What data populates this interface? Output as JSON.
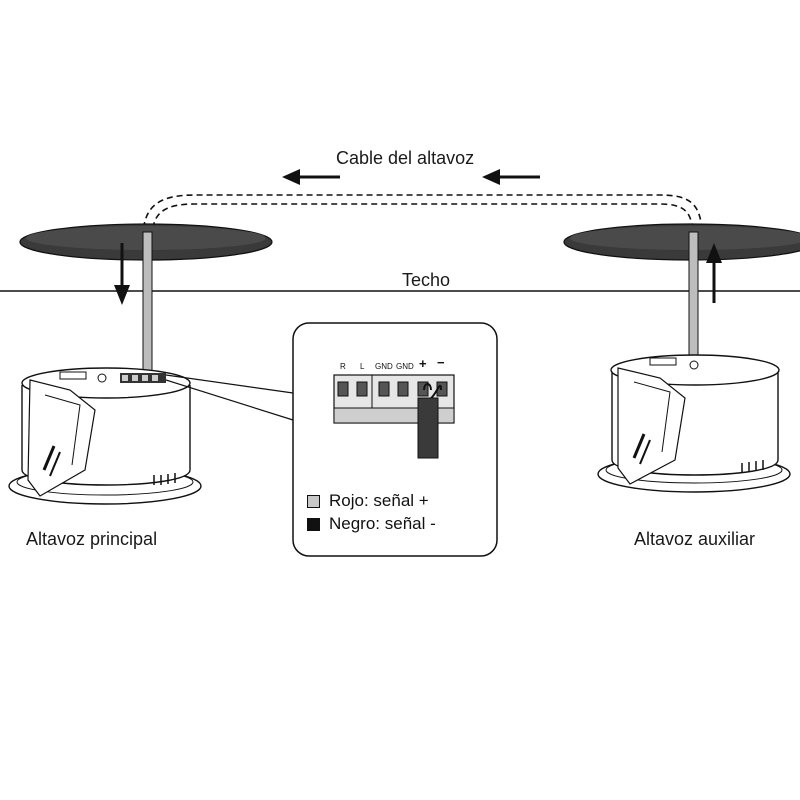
{
  "labels": {
    "cable": "Cable del altavoz",
    "ceiling": "Techo",
    "main_speaker": "Altavoz principal",
    "aux_speaker": "Altavoz auxiliar"
  },
  "terminals": {
    "pins": [
      "R",
      "L",
      "GND",
      "GND",
      "+",
      "−"
    ]
  },
  "legend": {
    "items": [
      {
        "swatch_color": "#c8c8c8",
        "text": "Rojo: señal +"
      },
      {
        "swatch_color": "#111111",
        "text": "Negro: señal -"
      }
    ]
  },
  "colors": {
    "ceiling_disc": "#3a3a3a",
    "line": "#111111",
    "cable": "#bdbdbd"
  }
}
